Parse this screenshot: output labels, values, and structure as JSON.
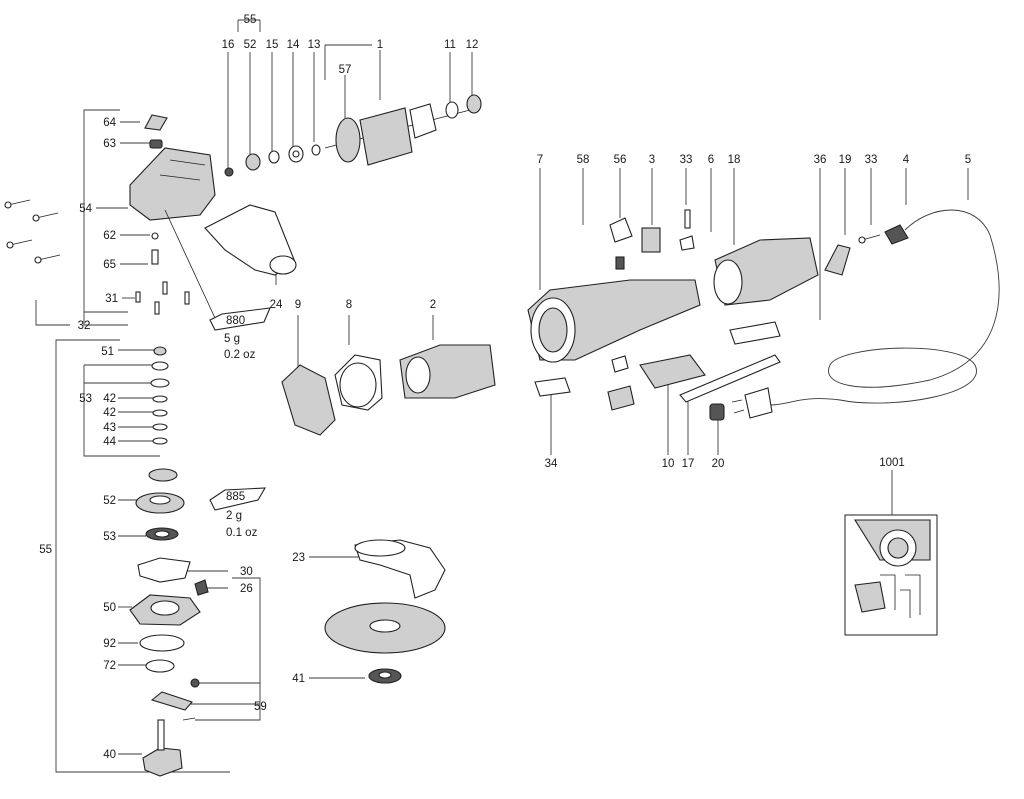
{
  "labels": {
    "l1": "1",
    "l2": "2",
    "l3": "3",
    "l4": "4",
    "l5": "5",
    "l6": "6",
    "l7": "7",
    "l8": "8",
    "l9": "9",
    "l10": "10",
    "l11": "11",
    "l12": "12",
    "l13": "13",
    "l14": "14",
    "l15": "15",
    "l16": "16",
    "l17": "17",
    "l18": "18",
    "l19": "19",
    "l20": "20",
    "l23": "23",
    "l24": "24",
    "l26": "26",
    "l30": "30",
    "l31": "31",
    "l32": "32",
    "l33a": "33",
    "l33b": "33",
    "l34": "34",
    "l36": "36",
    "l40": "40",
    "l41": "41",
    "l42a": "42",
    "l42b": "42",
    "l43": "43",
    "l44": "44",
    "l50": "50",
    "l51": "51",
    "l52a": "52",
    "l52b": "52",
    "l53a": "53",
    "l53b": "53",
    "l54": "54",
    "l55a": "55",
    "l55b": "55",
    "l56": "56",
    "l57": "57",
    "l58": "58",
    "l59": "59",
    "l62": "62",
    "l63": "63",
    "l64": "64",
    "l65": "65",
    "l72": "72",
    "l92": "92",
    "l1001": "1001"
  },
  "notes": {
    "grease880_code": "880",
    "grease880_weight": "5 g",
    "grease880_oz": "0.2 oz",
    "grease885_code": "885",
    "grease885_weight": "2 g",
    "grease885_oz": "0.1 oz"
  }
}
